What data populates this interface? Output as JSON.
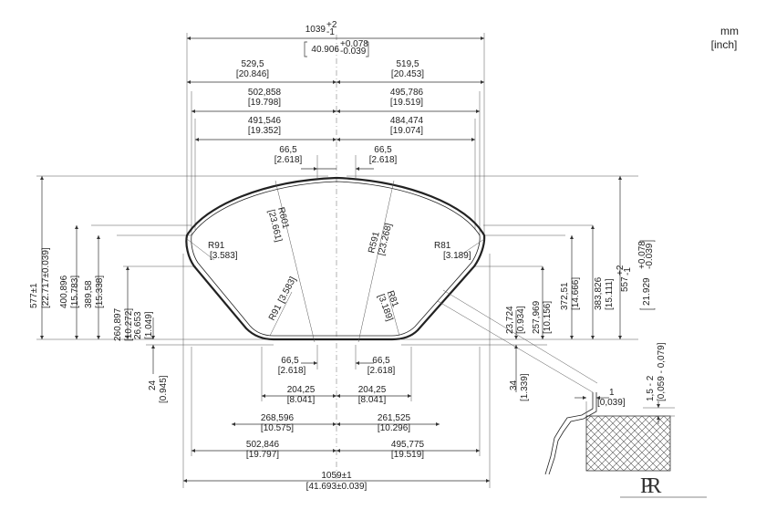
{
  "units": {
    "primary": "mm",
    "secondary": "[inch]"
  },
  "top_dims": [
    {
      "mm": "1039",
      "tol": "+2",
      "tol2": "-1",
      "inch": "40.906",
      "itol1": "+0.078",
      "itol2": "-0.039"
    },
    {
      "mm": "529,5",
      "inch": "[20.846]"
    },
    {
      "mm": "519,5",
      "inch": "[20.453]"
    },
    {
      "mm": "502,858",
      "inch": "[19.798]"
    },
    {
      "mm": "495,786",
      "inch": "[19.519]"
    },
    {
      "mm": "491,546",
      "inch": "[19.352]"
    },
    {
      "mm": "484,474",
      "inch": "[19.074]"
    },
    {
      "mm": "66,5",
      "inch": "[2.618]"
    },
    {
      "mm": "66,5",
      "inch": "[2.618]"
    }
  ],
  "radii": [
    {
      "mm": "R601",
      "inch": "[23.661]"
    },
    {
      "mm": "R591",
      "inch": "[23.268]"
    },
    {
      "mm": "R91",
      "inch": "[3.583]"
    },
    {
      "mm": "R81",
      "inch": "[3.189]"
    },
    {
      "mm": "R91",
      "inch": "[3.583]"
    },
    {
      "mm": "R81",
      "inch": "[3.189]"
    }
  ],
  "left_dims": [
    {
      "mm": "577±1",
      "inch": "[22.717±0.039]"
    },
    {
      "mm": "400,896",
      "inch": "[15.783]"
    },
    {
      "mm": "389,58",
      "inch": "[15.338]"
    },
    {
      "mm": "260,897",
      "inch": "[10.272]"
    },
    {
      "mm": "26,653",
      "inch": "[1.049]"
    },
    {
      "mm": "24",
      "inch": "[0.945]"
    }
  ],
  "right_dims": [
    {
      "mm": "23,724",
      "inch": "[0.934]"
    },
    {
      "mm": "257,969",
      "inch": "[10.156]"
    },
    {
      "mm": "372,51",
      "inch": "[14.666]"
    },
    {
      "mm": "383,826",
      "inch": "[15.111]"
    },
    {
      "mm": "557",
      "tol": "+2",
      "tol2": "-1"
    },
    {
      "mm": "21.929",
      "tol": "+0.078",
      "tol2": "-0.039"
    },
    {
      "mm": "34",
      "inch": "[1.339]"
    }
  ],
  "bottom_dims": [
    {
      "mm": "66,5",
      "inch": "[2.618]"
    },
    {
      "mm": "66,5",
      "inch": "[2.618]"
    },
    {
      "mm": "204,25",
      "inch": "[8.041]"
    },
    {
      "mm": "204,25",
      "inch": "[8.041]"
    },
    {
      "mm": "268,596",
      "inch": "[10.575]"
    },
    {
      "mm": "261,525",
      "inch": "[10.296]"
    },
    {
      "mm": "502,846",
      "inch": "[19.797]"
    },
    {
      "mm": "495,775",
      "inch": "[19.519]"
    },
    {
      "mm": "1059±1",
      "inch": "[41.693±0.039]"
    }
  ],
  "detail": {
    "gap_mm": "1",
    "gap_inch": "[0,039]",
    "thick_mm": "1,5 - 2",
    "thick_inch": "[0,059 - 0,079]"
  },
  "logo": {
    "text": "PR"
  }
}
